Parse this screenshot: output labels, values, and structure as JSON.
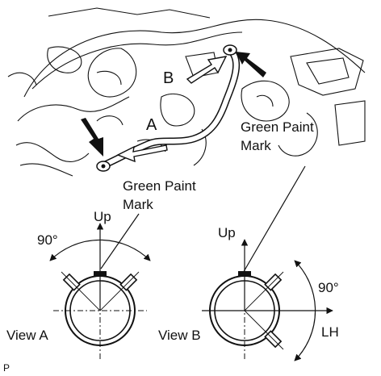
{
  "labels": {
    "hose_a": "A",
    "hose_b": "B",
    "paint_mark_top_line1": "Green Paint",
    "paint_mark_top_line2": "Mark",
    "paint_mark_left_line1": "Green Paint",
    "paint_mark_left_line2": "Mark",
    "up_a": "Up",
    "up_b": "Up",
    "angle_a": "90°",
    "angle_b": "90°",
    "view_a": "View A",
    "view_b": "View B",
    "lh": "LH",
    "corner": "P"
  },
  "colors": {
    "ink": "#111111",
    "background": "#ffffff"
  }
}
